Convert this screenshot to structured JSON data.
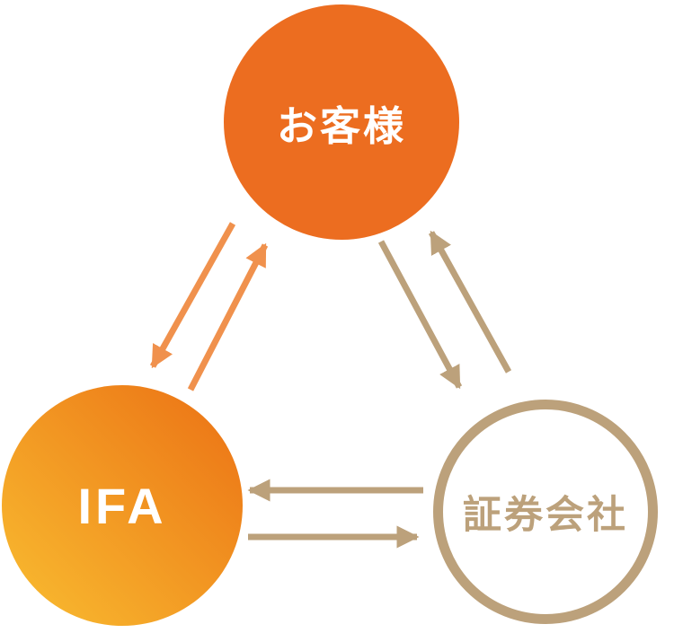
{
  "page": {
    "background_color": "#FFFFFF"
  },
  "diagram": {
    "title": "relationship-between-customer-ifa-securities",
    "nodes": {
      "customer": {
        "label": "お客様",
        "fill": "#EC6D20",
        "text_color": "#FFFFFF",
        "shape": "filled-circle"
      },
      "ifa": {
        "label": "IFA",
        "gradient_start": "#EB7014",
        "gradient_end": "#F9BE31",
        "text_color": "#FFFFFF",
        "shape": "gradient-filled-circle"
      },
      "securities": {
        "label": "証券会社",
        "ring_color": "#BCA17B",
        "text_color": "#BCA17B",
        "shape": "outlined-circle"
      }
    },
    "arrows": {
      "orange_color": "#F0914D",
      "tan_color": "#BCA17B",
      "items": [
        {
          "name": "customer-to-ifa",
          "from": "customer",
          "to": "ifa",
          "color": "orange"
        },
        {
          "name": "ifa-to-customer",
          "from": "ifa",
          "to": "customer",
          "color": "orange"
        },
        {
          "name": "customer-to-securities",
          "from": "customer",
          "to": "securities",
          "color": "tan"
        },
        {
          "name": "securities-to-customer",
          "from": "securities",
          "to": "customer",
          "color": "tan"
        },
        {
          "name": "securities-to-ifa",
          "from": "securities",
          "to": "ifa",
          "color": "tan"
        },
        {
          "name": "ifa-to-securities",
          "from": "ifa",
          "to": "securities",
          "color": "tan"
        }
      ]
    }
  }
}
